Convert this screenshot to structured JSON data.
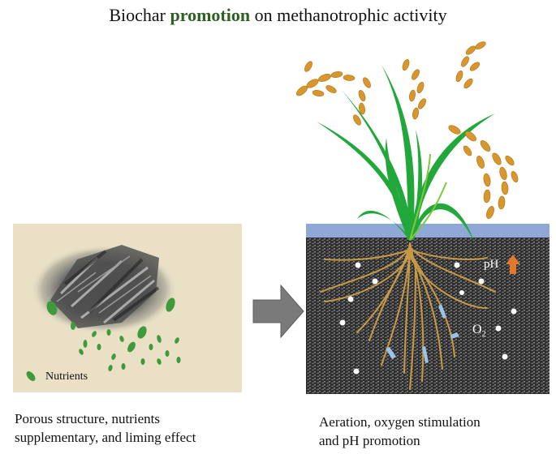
{
  "title": {
    "prefix": "Biochar",
    "highlight": "promotion",
    "suffix": "on methanotrophic activity"
  },
  "left_panel": {
    "legend_label": "Nutrients",
    "caption_line1": "Porous structure, nutrients",
    "caption_line2": "supplementary, and liming effect"
  },
  "right_panel": {
    "ph_label": "pH",
    "o2_label": "O",
    "o2_subscript": "2",
    "caption_line1": "Aeration, oxygen stimulation",
    "caption_line2": "and pH promotion"
  },
  "colors": {
    "highlight": "#2f5f23",
    "panel_bg": "#e9e0c6",
    "soil": "#3a3a3a",
    "water_band": "#8fa8d6",
    "arrow": "#7a7a7a",
    "ph_arrow": "#e07a2e",
    "leaf": "#22a83a",
    "grain": "#d8962e",
    "nutrient": "#3e9a3a",
    "root": "#c99a45"
  }
}
